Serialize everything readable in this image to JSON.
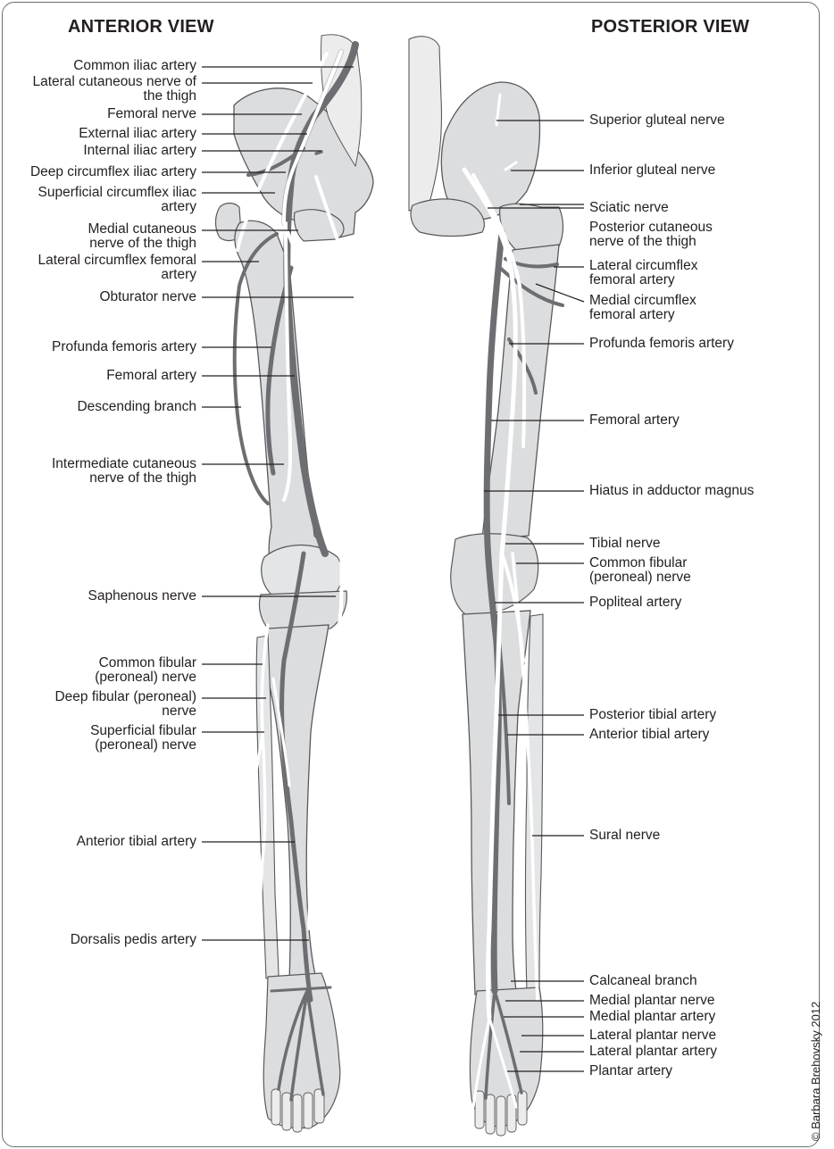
{
  "views": {
    "anterior": {
      "title": "ANTERIOR VIEW"
    },
    "posterior": {
      "title": "POSTERIOR VIEW"
    }
  },
  "anterior_labels": [
    {
      "lines": [
        "Common iliac artery"
      ]
    },
    {
      "lines": [
        "Lateral cutaneous nerve of",
        "the thigh"
      ]
    },
    {
      "lines": [
        "Femoral nerve"
      ]
    },
    {
      "lines": [
        "External iliac artery"
      ]
    },
    {
      "lines": [
        "Internal iliac artery"
      ]
    },
    {
      "lines": [
        "Deep circumflex iliac artery"
      ]
    },
    {
      "lines": [
        "Superficial circumflex iliac",
        "artery"
      ]
    },
    {
      "lines": [
        "Medial cutaneous",
        "nerve of the thigh"
      ]
    },
    {
      "lines": [
        "Lateral circumflex femoral",
        "artery"
      ]
    },
    {
      "lines": [
        "Obturator nerve"
      ]
    },
    {
      "lines": [
        "Profunda femoris artery"
      ]
    },
    {
      "lines": [
        "Femoral artery"
      ]
    },
    {
      "lines": [
        "Descending branch"
      ]
    },
    {
      "lines": [
        "Intermediate cutaneous",
        "nerve of the thigh"
      ]
    },
    {
      "lines": [
        "Saphenous nerve"
      ]
    },
    {
      "lines": [
        "Common fibular",
        "(peroneal) nerve"
      ]
    },
    {
      "lines": [
        "Deep fibular (peroneal)",
        "nerve"
      ]
    },
    {
      "lines": [
        "Superficial fibular",
        "(peroneal) nerve"
      ]
    },
    {
      "lines": [
        "Anterior tibial artery"
      ]
    },
    {
      "lines": [
        "Dorsalis pedis artery"
      ]
    }
  ],
  "posterior_labels": [
    {
      "lines": [
        "Superior gluteal nerve"
      ]
    },
    {
      "lines": [
        "Inferior gluteal nerve"
      ]
    },
    {
      "lines": [
        "Sciatic nerve"
      ]
    },
    {
      "lines": [
        "Posterior cutaneous",
        "nerve of the thigh"
      ]
    },
    {
      "lines": [
        "Lateral circumflex",
        "femoral artery"
      ]
    },
    {
      "lines": [
        "Medial circumflex",
        "femoral artery"
      ]
    },
    {
      "lines": [
        "Profunda femoris artery"
      ]
    },
    {
      "lines": [
        "Femoral artery"
      ]
    },
    {
      "lines": [
        "Hiatus in adductor magnus"
      ]
    },
    {
      "lines": [
        "Tibial nerve"
      ]
    },
    {
      "lines": [
        "Common fibular",
        "(peroneal) nerve"
      ]
    },
    {
      "lines": [
        "Popliteal artery"
      ]
    },
    {
      "lines": [
        "Posterior tibial artery"
      ]
    },
    {
      "lines": [
        "Anterior tibial artery"
      ]
    },
    {
      "lines": [
        "Sural nerve"
      ]
    },
    {
      "lines": [
        "Calcaneal branch"
      ]
    },
    {
      "lines": [
        "Medial plantar nerve"
      ]
    },
    {
      "lines": [
        "Medial plantar artery"
      ]
    },
    {
      "lines": [
        "Lateral plantar nerve"
      ]
    },
    {
      "lines": [
        "Lateral plantar artery"
      ]
    },
    {
      "lines": [
        "Plantar artery"
      ]
    }
  ],
  "copyright": "© Barbara Brehovsky 2012",
  "colors": {
    "bone": "#dcdddf",
    "bone_outline": "#58595b",
    "artery": "#6d6e71",
    "nerve": "#ffffff",
    "leader": "#231f20",
    "text": "#231f20",
    "frame": "#6d6e71"
  }
}
